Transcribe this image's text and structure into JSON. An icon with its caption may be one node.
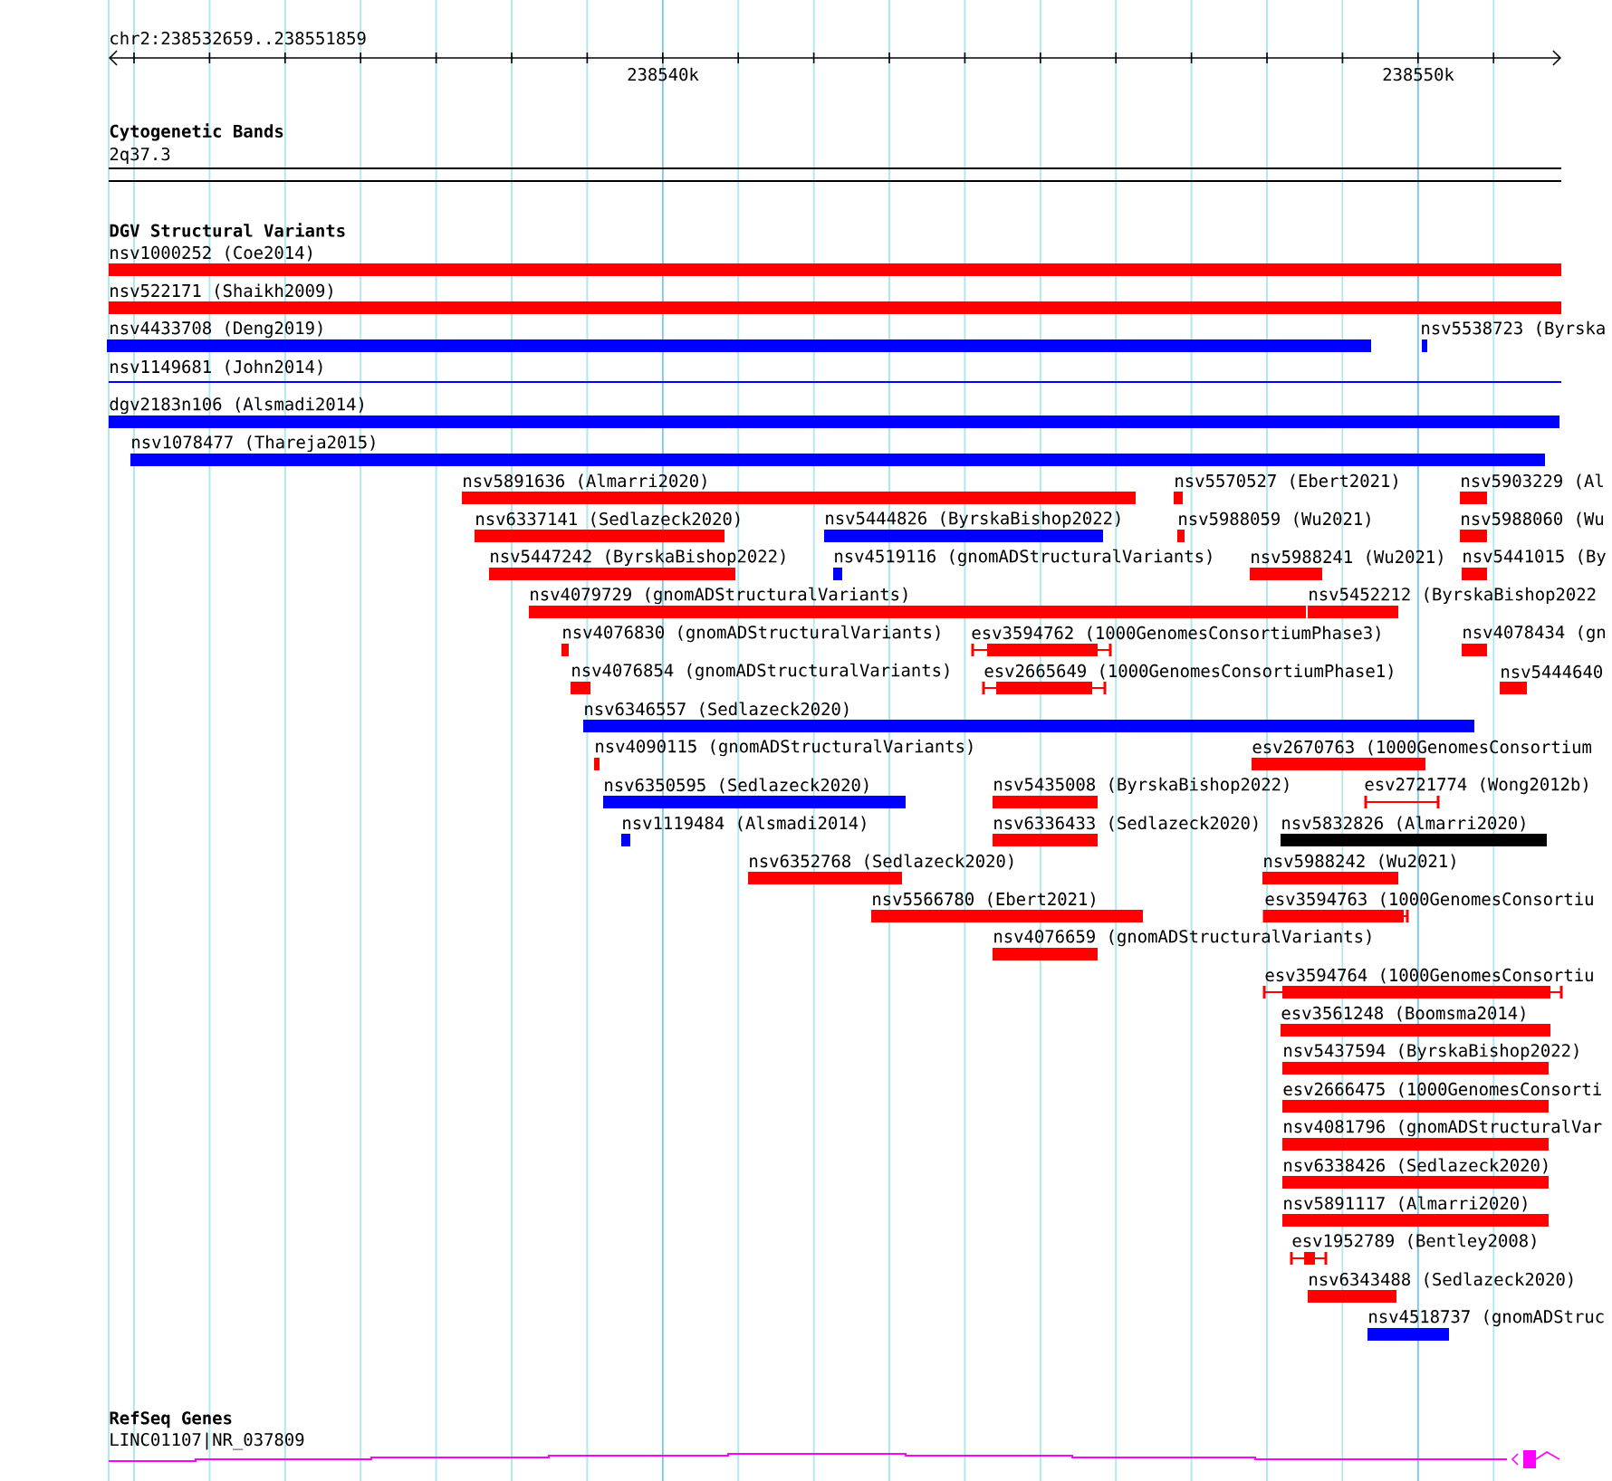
{
  "diagram": {
    "labels": [
      "chr2:238532659..238551859",
      "238540k",
      "238550k",
      "Cytogenetic Bands",
      "2q37.3",
      "DGV Structural Variants",
      "nsv1000252 (Coe2014)",
      "nsv522171 (Shaikh2009)",
      "nsv4433708 (Deng2019)",
      "nsv5538723 (Byrska",
      "nsv1149681 (John2014)",
      "dgv2183n106 (Alsmadi2014)",
      "nsv1078477 (Thareja2015)",
      "nsv5891636 (Almarri2020)",
      "nsv5570527 (Ebert2021)",
      "nsv5903229 (Al",
      "nsv6337141 (Sedlazeck2020)",
      "nsv5444826 (ByrskaBishop2022)",
      "nsv5988059 (Wu2021)",
      "nsv5988060 (Wu",
      "nsv5447242 (ByrskaBishop2022)",
      "nsv4519116 (gnomADStructuralVariants)",
      "nsv5988241 (Wu2021)",
      "nsv5441015 (By",
      "nsv4079729 (gnomADStructuralVariants)",
      "nsv5452212 (ByrskaBishop2022",
      "nsv4076830 (gnomADStructuralVariants)",
      "esv3594762 (1000GenomesConsortiumPhase3)",
      "nsv4078434 (gn",
      "nsv4076854 (gnomADStructuralVariants)",
      "esv2665649 (1000GenomesConsortiumPhase1)",
      "nsv5444640",
      "nsv6346557 (Sedlazeck2020)",
      "nsv4090115 (gnomADStructuralVariants)",
      "esv2670763 (1000GenomesConsortium",
      "nsv6350595 (Sedlazeck2020)",
      "nsv5435008 (ByrskaBishop2022)",
      "esv2721774 (Wong2012b)",
      "nsv1119484 (Alsmadi2014)",
      "nsv6336433 (Sedlazeck2020)",
      "nsv5832826 (Almarri2020)",
      "nsv6352768 (Sedlazeck2020)",
      "nsv5988242 (Wu2021)",
      "nsv5566780 (Ebert2021)",
      "esv3594763 (1000GenomesConsortiu",
      "nsv4076659 (gnomADStructuralVariants)",
      "esv3594764 (1000GenomesConsortiu",
      "esv3561248 (Boomsma2014)",
      "nsv5437594 (ByrskaBishop2022)",
      "esv2666475 (1000GenomesConsorti",
      "nsv4081796 (gnomADStructuralVar",
      "nsv6338426 (Sedlazeck2020)",
      "nsv5891117 (Almarri2020)",
      "esv1952789 (Bentley2008)",
      "nsv6343488 (Sedlazeck2020)",
      "nsv4518737 (gnomADStruc",
      "RefSeq Genes",
      "LINC01107|NR_037809"
    ]
  }
}
